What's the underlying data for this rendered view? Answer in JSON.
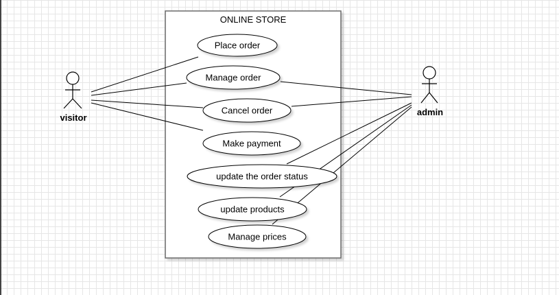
{
  "system": {
    "title": "ONLINE STORE"
  },
  "actors": {
    "visitor": {
      "label": "visitor"
    },
    "admin": {
      "label": "admin"
    }
  },
  "use_cases": [
    {
      "label": "Place order"
    },
    {
      "label": "Manage order"
    },
    {
      "label": "Cancel order"
    },
    {
      "label": "Make payment"
    },
    {
      "label": "update the order status"
    },
    {
      "label": "update products"
    },
    {
      "label": "Manage prices"
    }
  ],
  "associations": [
    {
      "actor": "visitor",
      "use_case": "Place order"
    },
    {
      "actor": "visitor",
      "use_case": "Manage order"
    },
    {
      "actor": "visitor",
      "use_case": "Cancel order"
    },
    {
      "actor": "visitor",
      "use_case": "Make payment"
    },
    {
      "actor": "admin",
      "use_case": "Manage order"
    },
    {
      "actor": "admin",
      "use_case": "Cancel order"
    },
    {
      "actor": "admin",
      "use_case": "update the order status"
    },
    {
      "actor": "admin",
      "use_case": "update products"
    },
    {
      "actor": "admin",
      "use_case": "Manage prices"
    }
  ]
}
